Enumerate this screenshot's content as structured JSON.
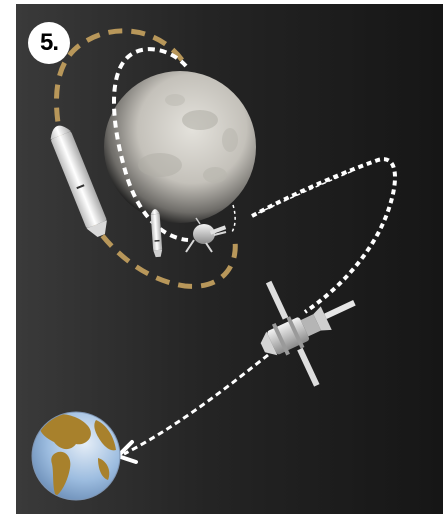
{
  "step": {
    "label": "5."
  },
  "scene": {
    "bodies": [
      "moon",
      "earth"
    ],
    "spacecraft": [
      "saturn-rocket-stage",
      "lunar-lander-ascent-stage",
      "lunar-lander-descent-stage",
      "crew-vehicle-service-module"
    ],
    "trajectories": [
      "rocket-stage-moon-orbit",
      "lander-moon-orbit",
      "crew-vehicle-moon-departure",
      "crew-vehicle-earth-return"
    ]
  },
  "colors": {
    "background_light": "#3a3a3a",
    "background_dark": "#161616",
    "orbit_gold": "#b8975a",
    "trajectory_white": "#ffffff",
    "moon": "#c9c7c1",
    "earth_ocean": "#9dbde0",
    "earth_land": "#a8812c"
  }
}
